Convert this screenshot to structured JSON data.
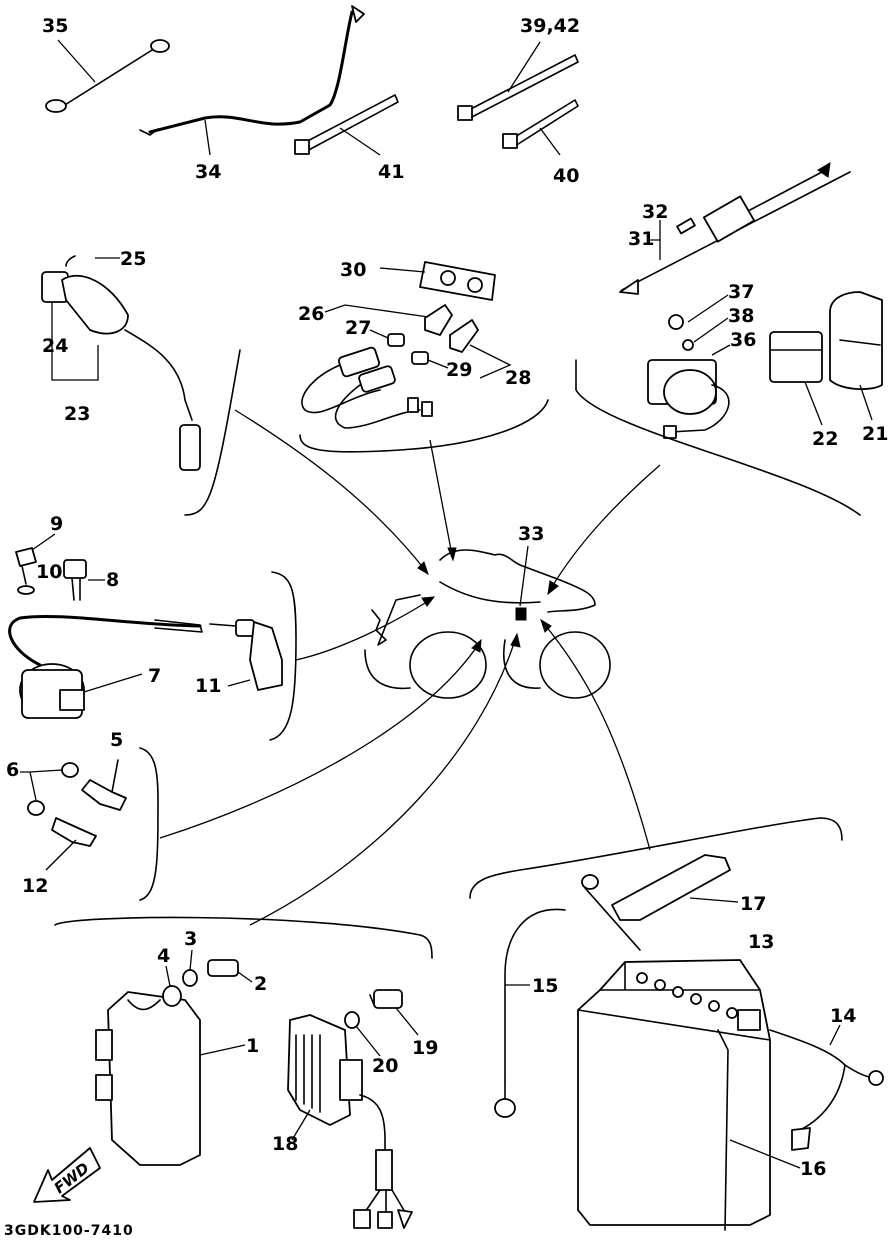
{
  "diagram_code": "3GDK100-7410",
  "direction_label": "FWD",
  "callouts": {
    "p1": "1",
    "p2": "2",
    "p3": "3",
    "p4": "4",
    "p5": "5",
    "p6": "6",
    "p7": "7",
    "p8": "8",
    "p9": "9",
    "p10": "10",
    "p11": "11",
    "p12": "12",
    "p13": "13",
    "p14": "14",
    "p15": "15",
    "p16": "16",
    "p17": "17",
    "p18": "18",
    "p19": "19",
    "p20": "20",
    "p21": "21",
    "p22": "22",
    "p23": "23",
    "p24": "24",
    "p25": "25",
    "p26": "26",
    "p27": "27",
    "p28": "28",
    "p29": "29",
    "p30": "30",
    "p31": "31",
    "p32": "32",
    "p33": "33",
    "p34": "34",
    "p35": "35",
    "p36": "36",
    "p37": "37",
    "p38": "38",
    "p39_42": "39,42",
    "p40": "40",
    "p41": "41"
  },
  "icons": [
    "fwd-arrow-icon"
  ]
}
